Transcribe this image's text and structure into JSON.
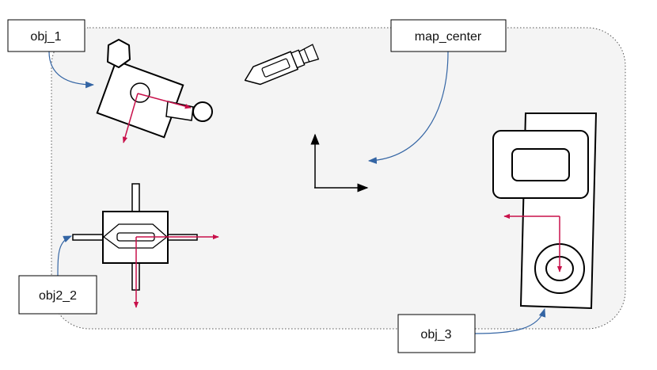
{
  "labels": {
    "obj_1": "obj_1",
    "map_center": "map_center",
    "obj2_2": "obj2_2",
    "obj_3": "obj_3"
  },
  "colors": {
    "frame_axis": "#c8104a",
    "leader_arrow": "#3465a4",
    "map_axis": "#000000",
    "map_fill": "#f4f4f4",
    "map_border": "#555555"
  }
}
